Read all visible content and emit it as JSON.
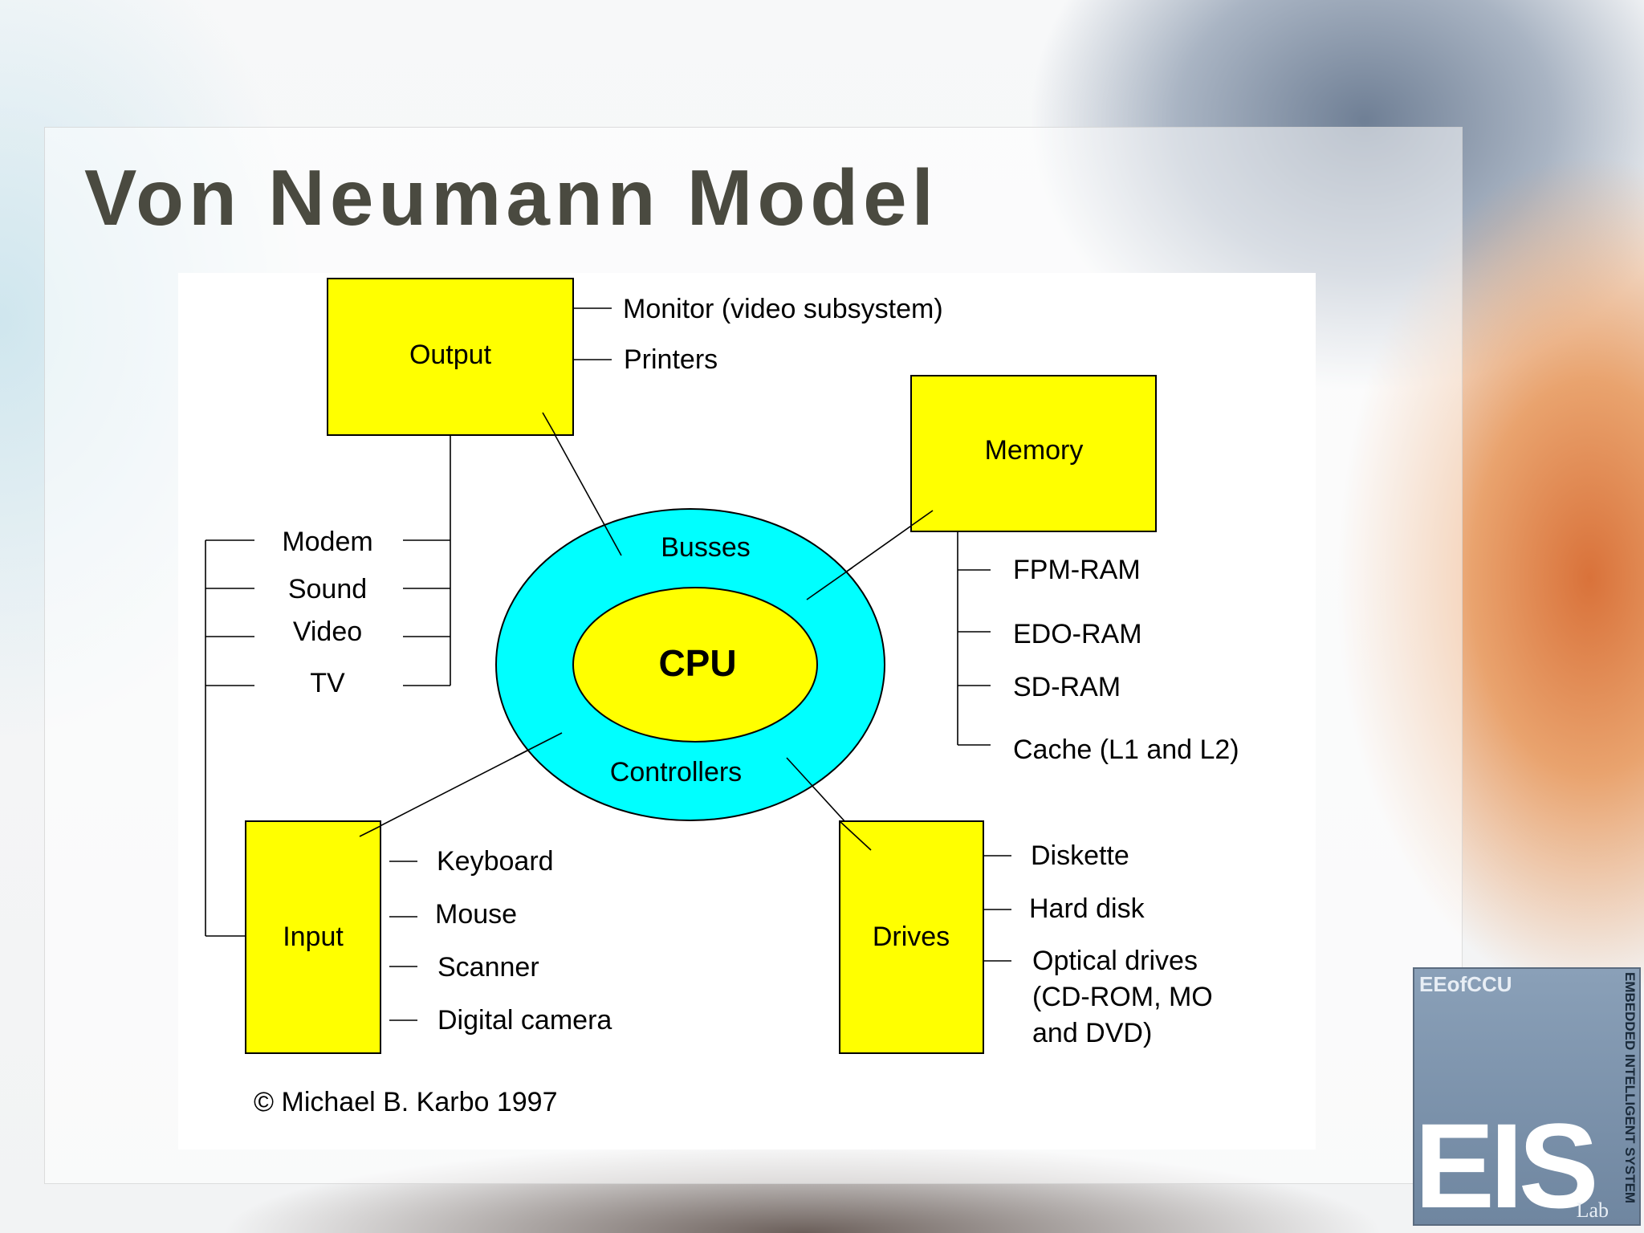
{
  "slide": {
    "title": "Von Neumann Model"
  },
  "diagram": {
    "boxes": {
      "output": "Output",
      "memory": "Memory",
      "input": "Input",
      "drives": "Drives"
    },
    "ring": {
      "top": "Busses",
      "bottom": "Controllers",
      "center": "CPU"
    },
    "output_items": [
      "Monitor (video subsystem)",
      "Printers"
    ],
    "output_input_shared": [
      "Modem",
      "Sound",
      "Video",
      "TV"
    ],
    "memory_items": [
      "FPM-RAM",
      "EDO-RAM",
      "SD-RAM",
      "Cache (L1 and L2)"
    ],
    "input_items": [
      "Keyboard",
      "Mouse",
      "Scanner",
      "Digital camera"
    ],
    "drives_items": [
      "Diskette",
      "Hard disk",
      "Optical drives",
      "(CD-ROM, MO",
      "and DVD)"
    ],
    "copyright": "©  Michael B. Karbo 1997"
  },
  "logo": {
    "top_text": "EEofCCU",
    "big_text": "EIS",
    "side_text": "EMBEDDED INTELLIGENT SYSTEM",
    "lab_text": "Lab"
  },
  "colors": {
    "box_fill": "#ffff00",
    "ring_fill": "#00ffff",
    "title": "#4a4a40"
  }
}
